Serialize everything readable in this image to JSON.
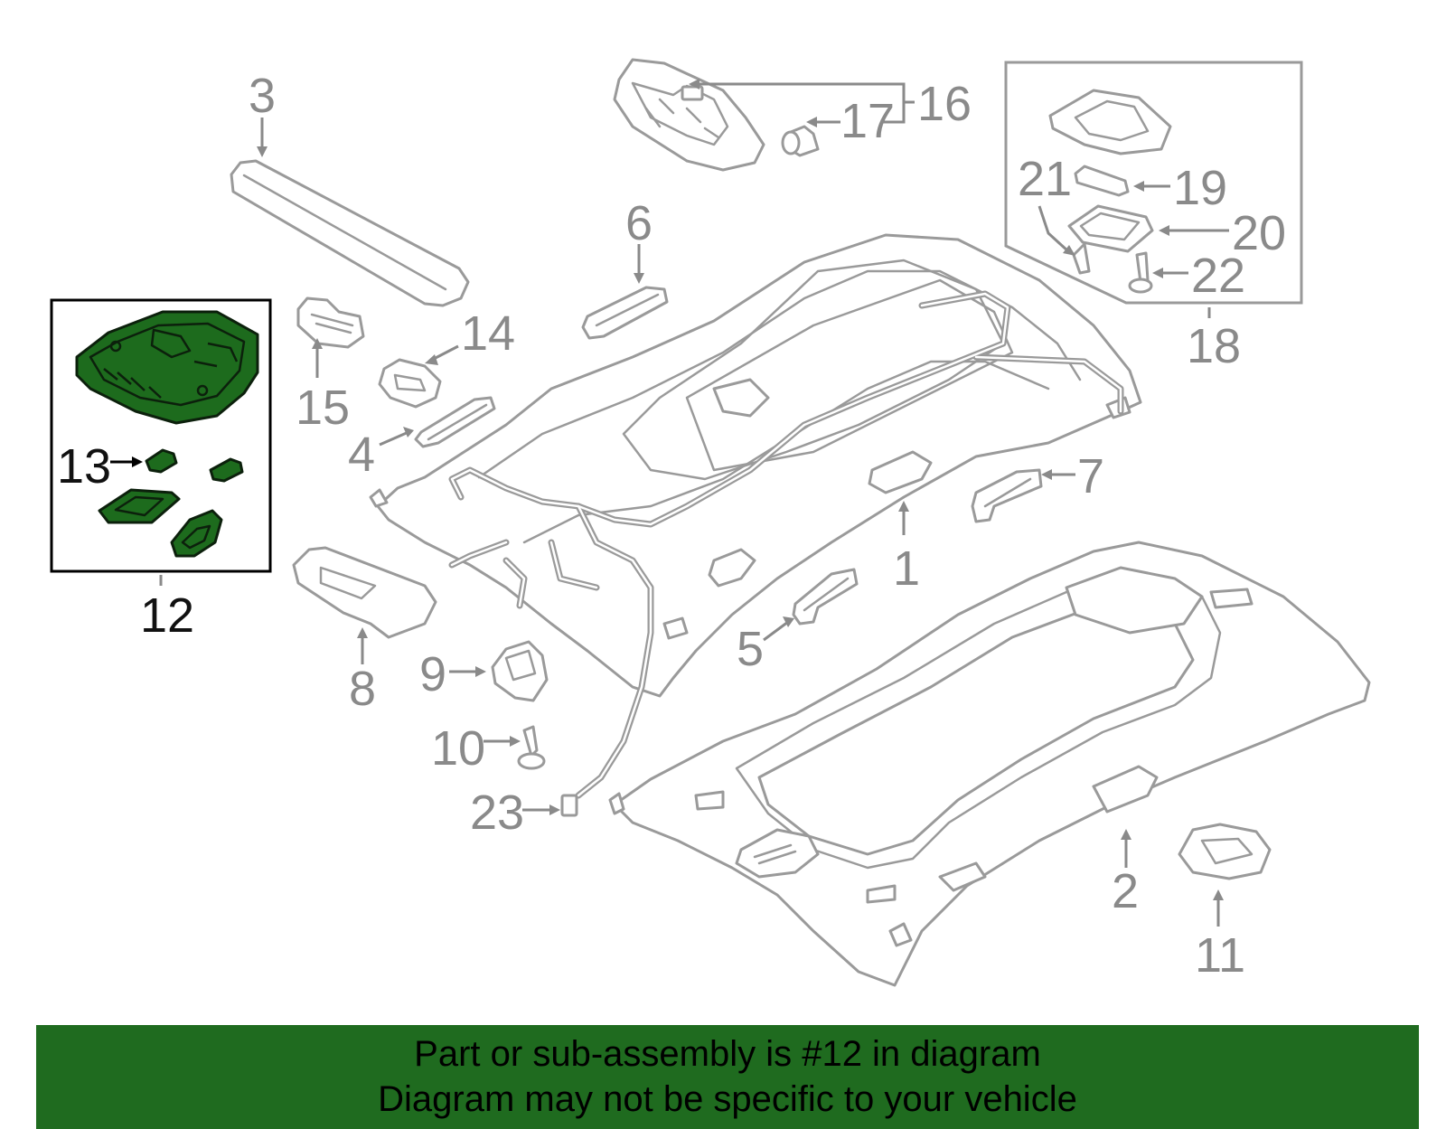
{
  "callouts": {
    "c1": "1",
    "c2": "2",
    "c3": "3",
    "c4": "4",
    "c5": "5",
    "c6": "6",
    "c7": "7",
    "c8": "8",
    "c9": "9",
    "c10": "10",
    "c11": "11",
    "c12": "12",
    "c13": "13",
    "c14": "14",
    "c15": "15",
    "c16": "16",
    "c17": "17",
    "c18": "18",
    "c19": "19",
    "c20": "20",
    "c21": "21",
    "c22": "22",
    "c23": "23"
  },
  "highlight": {
    "part_number": "12",
    "color": "#1d6b1d"
  },
  "banner": {
    "line1": "Part or sub-assembly is #12 in diagram",
    "line2": "Diagram may not be specific to your vehicle",
    "background": "#1f6b1f"
  }
}
